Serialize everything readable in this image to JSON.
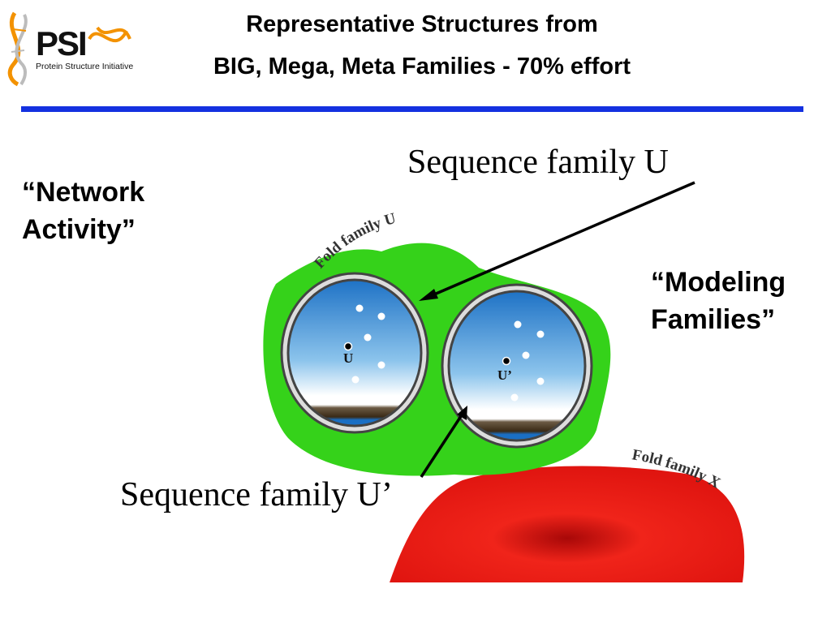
{
  "logo": {
    "mark": "PSI",
    "subtitle": "Protein Structure Initiative",
    "icon": "dna-helix-icon",
    "colors": {
      "orange": "#f39200",
      "gray": "#bcbcbc"
    }
  },
  "header": {
    "title_line1": "Representative Structures from",
    "title_line2": "BIG, Mega, Meta Families - 70% effort",
    "rule_color": "#1431e0"
  },
  "labels": {
    "network_activity": [
      "“Network",
      "Activity”"
    ],
    "modeling_families": [
      "“Modeling",
      "Families”"
    ]
  },
  "diagram": {
    "sequence_family_u": "Sequence family U",
    "sequence_family_u_prime": "Sequence family U’",
    "fold_family_u": "Fold family U",
    "fold_family_x": "Fold family X",
    "marker_u": "U",
    "marker_u_prime": "U’",
    "colors": {
      "fold_u": "#35d21a",
      "fold_x": "#e4130e",
      "sequence_fill_top": "#1a6fc4",
      "sequence_fill_bottom": "#ffffff",
      "band": "#4a3620"
    }
  }
}
